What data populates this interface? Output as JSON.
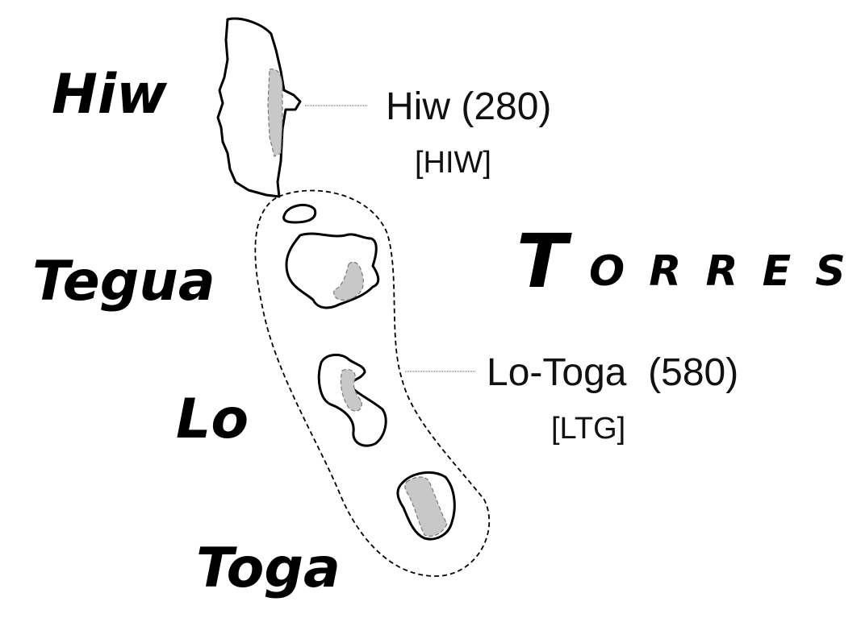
{
  "map": {
    "island_names": {
      "hiw": "Hiw",
      "tegua": "Tegua",
      "lo": "Lo",
      "toga": "Toga"
    },
    "region": {
      "initial": "T",
      "rest": "O R R E S"
    },
    "languages": [
      {
        "name": "Hiw (280)",
        "code": "[HIW]"
      },
      {
        "name": "Lo-Toga  (580)",
        "code": "[LTG]"
      }
    ],
    "colors": {
      "land": "#ffffff",
      "language_area": "#c8c8c8",
      "outline": "#000000"
    }
  }
}
